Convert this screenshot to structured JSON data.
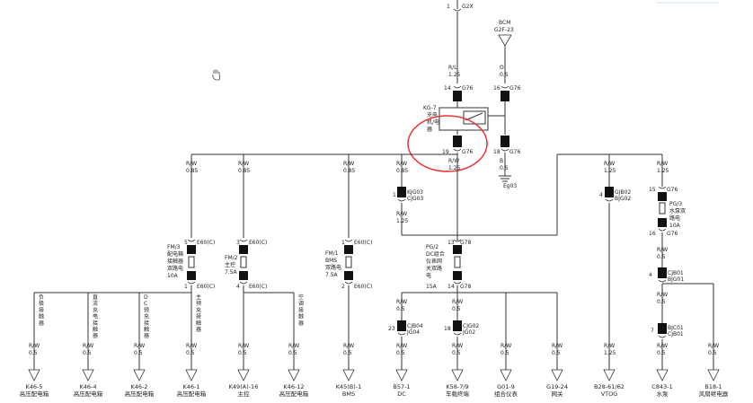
{
  "top": {
    "g2x": {
      "pin": "1",
      "code": "G2X"
    },
    "bcm": {
      "name": "BCM",
      "code": "G2F-23"
    },
    "wire_rl": {
      "color": "R/L",
      "size": "1.25"
    },
    "wire_o": {
      "color": "O",
      "size": "0.5"
    },
    "pin14": {
      "pin": "14",
      "code": "G76"
    },
    "pin16": {
      "pin": "16",
      "code": "G76"
    },
    "relay": {
      "line1": "KG-7",
      "line2": "充电",
      "line3": "机/电",
      "line4": "器"
    },
    "pin19": {
      "pin": "19",
      "code": "G76"
    },
    "pin18": {
      "pin": "18",
      "code": "G76"
    },
    "wire_rw": {
      "color": "R/W",
      "size": "1.25"
    },
    "wire_b": {
      "color": "B",
      "size": "0.5"
    },
    "ground": "Eg03"
  },
  "branches": {
    "b1": {
      "color": "R/W",
      "size": "0.85"
    },
    "b2": {
      "color": "R/W",
      "size": "0.85"
    },
    "b3": {
      "color": "R/W",
      "size": "0.85"
    },
    "b4": {
      "color": "R/W",
      "size": "0.85"
    },
    "b5": {
      "color": "R/W",
      "size": "1.25"
    },
    "b6": {
      "color": "R/W",
      "size": "1.25"
    }
  },
  "fuses": {
    "fm3": {
      "top_pin": "5",
      "top_code": "E60(C)",
      "name": "FM/3",
      "desc1": "配电箱",
      "desc2": "接触器",
      "desc3": "双路电",
      "rating": "10A",
      "bot_pin": "1",
      "bot_code": "E60(C)"
    },
    "fm2": {
      "top_pin": "3",
      "top_code": "E60(C)",
      "name": "FM/2",
      "desc1": "主控",
      "rating": "7.5A",
      "bot_pin": "4",
      "bot_code": "E60(C)"
    },
    "fm1": {
      "top_pin": "1",
      "top_code": "E60(C)",
      "name": "FM/1",
      "desc1": "BMS",
      "desc2": "双路电",
      "rating": "7.5A",
      "bot_pin": "2",
      "bot_code": "E60(C)"
    },
    "pg2": {
      "top_pin": "13",
      "top_code": "G78",
      "name": "PG/2",
      "desc1": "DC组合",
      "desc2": "仪表网",
      "desc3": "关双路",
      "desc4": "电",
      "rating": "15A",
      "bot_pin": "14",
      "bot_code": "G78"
    },
    "pg3": {
      "top_pin": "15",
      "top_code": "G76",
      "name": "PG/3",
      "desc1": "水泵双",
      "desc2": "路电",
      "rating": "10A",
      "bot_pin": "16",
      "bot_code": "G76"
    }
  },
  "connectors": {
    "kjg03": {
      "pin": "1",
      "code1": "KJG03",
      "code2": "CJG03"
    },
    "gjg02": {
      "pin": "4",
      "code1": "GJB02",
      "code2": "BJG02"
    },
    "cjb04": {
      "pin": "23",
      "code1": "CJB04",
      "code2": "JG04"
    },
    "cjg02": {
      "pin": "18",
      "code1": "CJG02",
      "code2": "JG02"
    },
    "cjb01": {
      "pin": "4",
      "code1": "CJB01",
      "code2": "BJG01"
    },
    "bjc01": {
      "pin": "7",
      "code1": "BJC01",
      "code2": "CJB01"
    }
  },
  "mid_wires": {
    "kjg_rw": {
      "color": "R/W",
      "size": "1.25"
    },
    "pg3_rw": {
      "color": "R/W",
      "size": "0.5"
    },
    "cjb01_rw": {
      "color": "R/W",
      "size": "0.5"
    },
    "cjb04_rw": {
      "color": "R/W",
      "size": "0.5"
    },
    "cjg02_rw": {
      "color": "R/W",
      "size": "0.5"
    }
  },
  "side_labels": {
    "l1": "负极接触器",
    "l2": "直流充电接触器",
    "l3": "DC预充接触器",
    "l4": "主预充接触器",
    "l5": "空调接触器"
  },
  "loads": [
    {
      "color": "R/W",
      "size": "0.5",
      "code": "K46-5",
      "name": "高压配电箱"
    },
    {
      "color": "R/W",
      "size": "0.5",
      "code": "K46-4",
      "name": "高压配电箱"
    },
    {
      "color": "R/W",
      "size": "0.5",
      "code": "K46-2",
      "name": "高压配电箱"
    },
    {
      "color": "R/W",
      "size": "0.5",
      "code": "K46-1",
      "name": "高压配电箱"
    },
    {
      "color": "R/W",
      "size": "0.5",
      "code": "K49(A)-16",
      "name": "主控"
    },
    {
      "color": "R/W",
      "size": "0.5",
      "code": "K46-12",
      "name": "高压配电箱"
    },
    {
      "color": "R/W",
      "size": "0.5",
      "code": "K45(B)-1",
      "name": "BMS"
    },
    {
      "color": "R/W",
      "size": "0.5",
      "code": "B57-1",
      "name": "DC"
    },
    {
      "color": "R/W",
      "size": "0.5",
      "code": "K58-7/9",
      "name": "车载终端"
    },
    {
      "color": "R/W",
      "size": "0.5",
      "code": "G01-9",
      "name": "组合仪表"
    },
    {
      "color": "R/W",
      "size": "0.5",
      "code": "G19-24",
      "name": "网关"
    },
    {
      "color": "R/W",
      "size": "1.25",
      "code": "B28-61/62",
      "name": "VTOG"
    },
    {
      "color": "R/W",
      "size": "0.5",
      "code": "C843-1",
      "name": "水泵"
    },
    {
      "color": "R/W",
      "size": "0.5",
      "code": "B18-1",
      "name": "风扇继电器"
    }
  ]
}
